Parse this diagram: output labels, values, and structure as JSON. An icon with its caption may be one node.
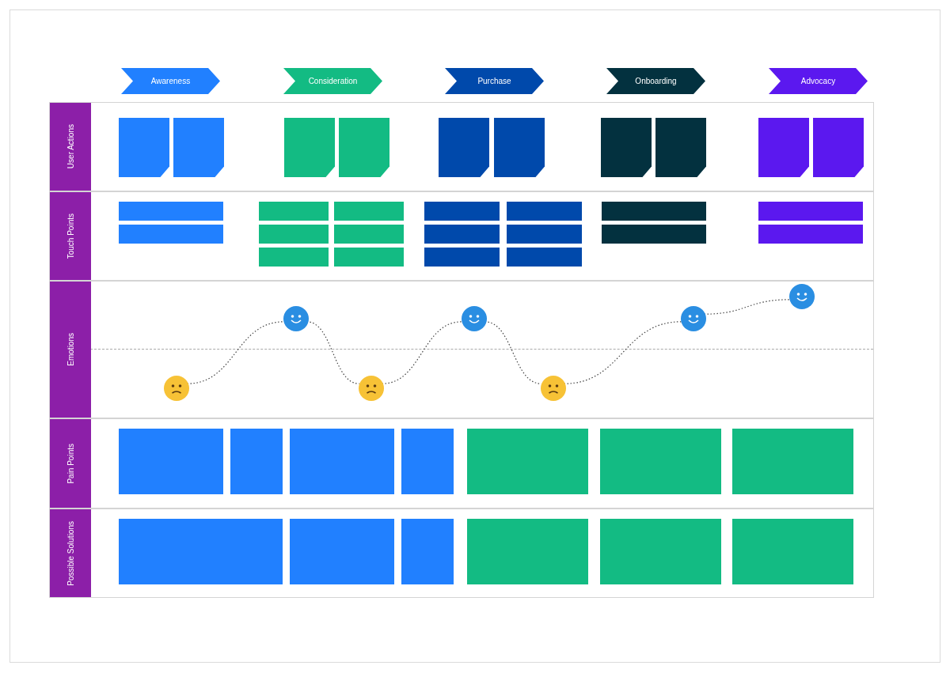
{
  "diagram": {
    "nodes": [
      {
        "text": [
          "Awareness"
        ]
      },
      {
        "text": [
          "Consideration"
        ]
      },
      {
        "text": [
          "Purchase"
        ]
      },
      {
        "text": [
          "Onboarding"
        ]
      },
      {
        "text": [
          "Advocacy"
        ]
      },
      {
        "text": [
          "User Actions"
        ]
      },
      {
        "text": [],
        "shape": "box",
        "in": 5
      },
      {
        "text": [],
        "shape": "box",
        "in": 5
      },
      {
        "text": [],
        "shape": "box",
        "in": 5
      },
      {
        "text": [],
        "shape": "box",
        "in": 5
      },
      {
        "text": [],
        "shape": "box",
        "in": 5
      },
      {
        "text": [],
        "shape": "box",
        "in": 5
      },
      {
        "text": [],
        "shape": "box",
        "in": 5
      },
      {
        "text": [],
        "shape": "box",
        "in": 5
      },
      {
        "text": [],
        "shape": "box",
        "in": 5
      },
      {
        "text": [],
        "shape": "box",
        "in": 5
      },
      {
        "text": [
          "Touch Points"
        ]
      },
      {
        "text": [],
        "shape": "bar",
        "in": 16
      },
      {
        "text": [],
        "shape": "bar",
        "in": 16
      },
      {
        "text": [],
        "shape": "bar",
        "in": 16
      },
      {
        "text": [],
        "shape": "bar",
        "in": 16
      },
      {
        "text": [],
        "shape": "bar",
        "in": 16
      },
      {
        "text": [],
        "shape": "bar",
        "in": 16
      },
      {
        "text": [],
        "shape": "bar",
        "in": 16
      },
      {
        "text": [],
        "shape": "bar",
        "in": 16
      },
      {
        "text": [],
        "shape": "bar",
        "in": 16
      },
      {
        "text": [],
        "shape": "bar",
        "in": 16
      },
      {
        "text": [],
        "shape": "bar",
        "in": 16
      },
      {
        "text": [],
        "shape": "bar",
        "in": 16
      },
      {
        "text": [],
        "shape": "bar",
        "in": 16
      },
      {
        "text": [],
        "shape": "bar",
        "in": 16
      },
      {
        "text": [],
        "shape": "bar",
        "in": 16
      },
      {
        "text": [],
        "shape": "bar",
        "in": 16
      },
      {
        "text": [],
        "shape": "bar",
        "in": 16
      },
      {
        "text": [],
        "shape": "bar",
        "in": 16
      },
      {
        "text": [
          "Emotions"
        ]
      },
      {
        "text": [],
        "shape": "picture",
        "in": 35
      },
      {
        "text": [],
        "shape": "picture",
        "in": 35
      },
      {
        "text": [],
        "shape": "picture",
        "in": 35
      },
      {
        "text": [],
        "shape": "picture",
        "in": 35
      },
      {
        "text": [],
        "shape": "picture",
        "in": 35
      },
      {
        "text": [],
        "shape": "picture",
        "in": 35
      },
      {
        "text": [],
        "shape": "picture",
        "in": 35
      },
      {
        "text": [
          "Pain Points"
        ]
      },
      {
        "text": [],
        "shape": "box",
        "in": 43
      },
      {
        "text": [],
        "shape": "box",
        "in": 43
      },
      {
        "text": [],
        "shape": "box",
        "in": 43
      },
      {
        "text": [],
        "shape": "box",
        "in": 43
      },
      {
        "text": [],
        "shape": "box",
        "in": 43
      },
      {
        "text": [],
        "shape": "box",
        "in": 43
      },
      {
        "text": [],
        "shape": "box",
        "in": 43
      },
      {
        "text": [
          "Possible Solutions"
        ]
      },
      {
        "text": [],
        "shape": "box",
        "in": 51
      },
      {
        "text": [],
        "shape": "box",
        "in": 51
      },
      {
        "text": [],
        "shape": "box",
        "in": 51
      },
      {
        "text": [],
        "shape": "box",
        "in": 51
      },
      {
        "text": [],
        "shape": "box",
        "in": 51
      },
      {
        "text": [],
        "shape": "box",
        "in": 51
      }
    ],
    "edges": [
      {
        "from": 36,
        "to": 37,
        "arrow": "none",
        "style": "dashed"
      },
      {
        "from": 37,
        "to": 38,
        "arrow": "none",
        "style": "dashed"
      },
      {
        "from": 38,
        "to": 39,
        "arrow": "none",
        "style": "dashed"
      },
      {
        "from": 39,
        "to": 40,
        "arrow": "none",
        "style": "dashed"
      },
      {
        "from": 40,
        "to": 41,
        "arrow": "none",
        "style": "dashed"
      },
      {
        "from": 41,
        "to": 42,
        "arrow": "none",
        "style": "dashed"
      }
    ]
  }
}
